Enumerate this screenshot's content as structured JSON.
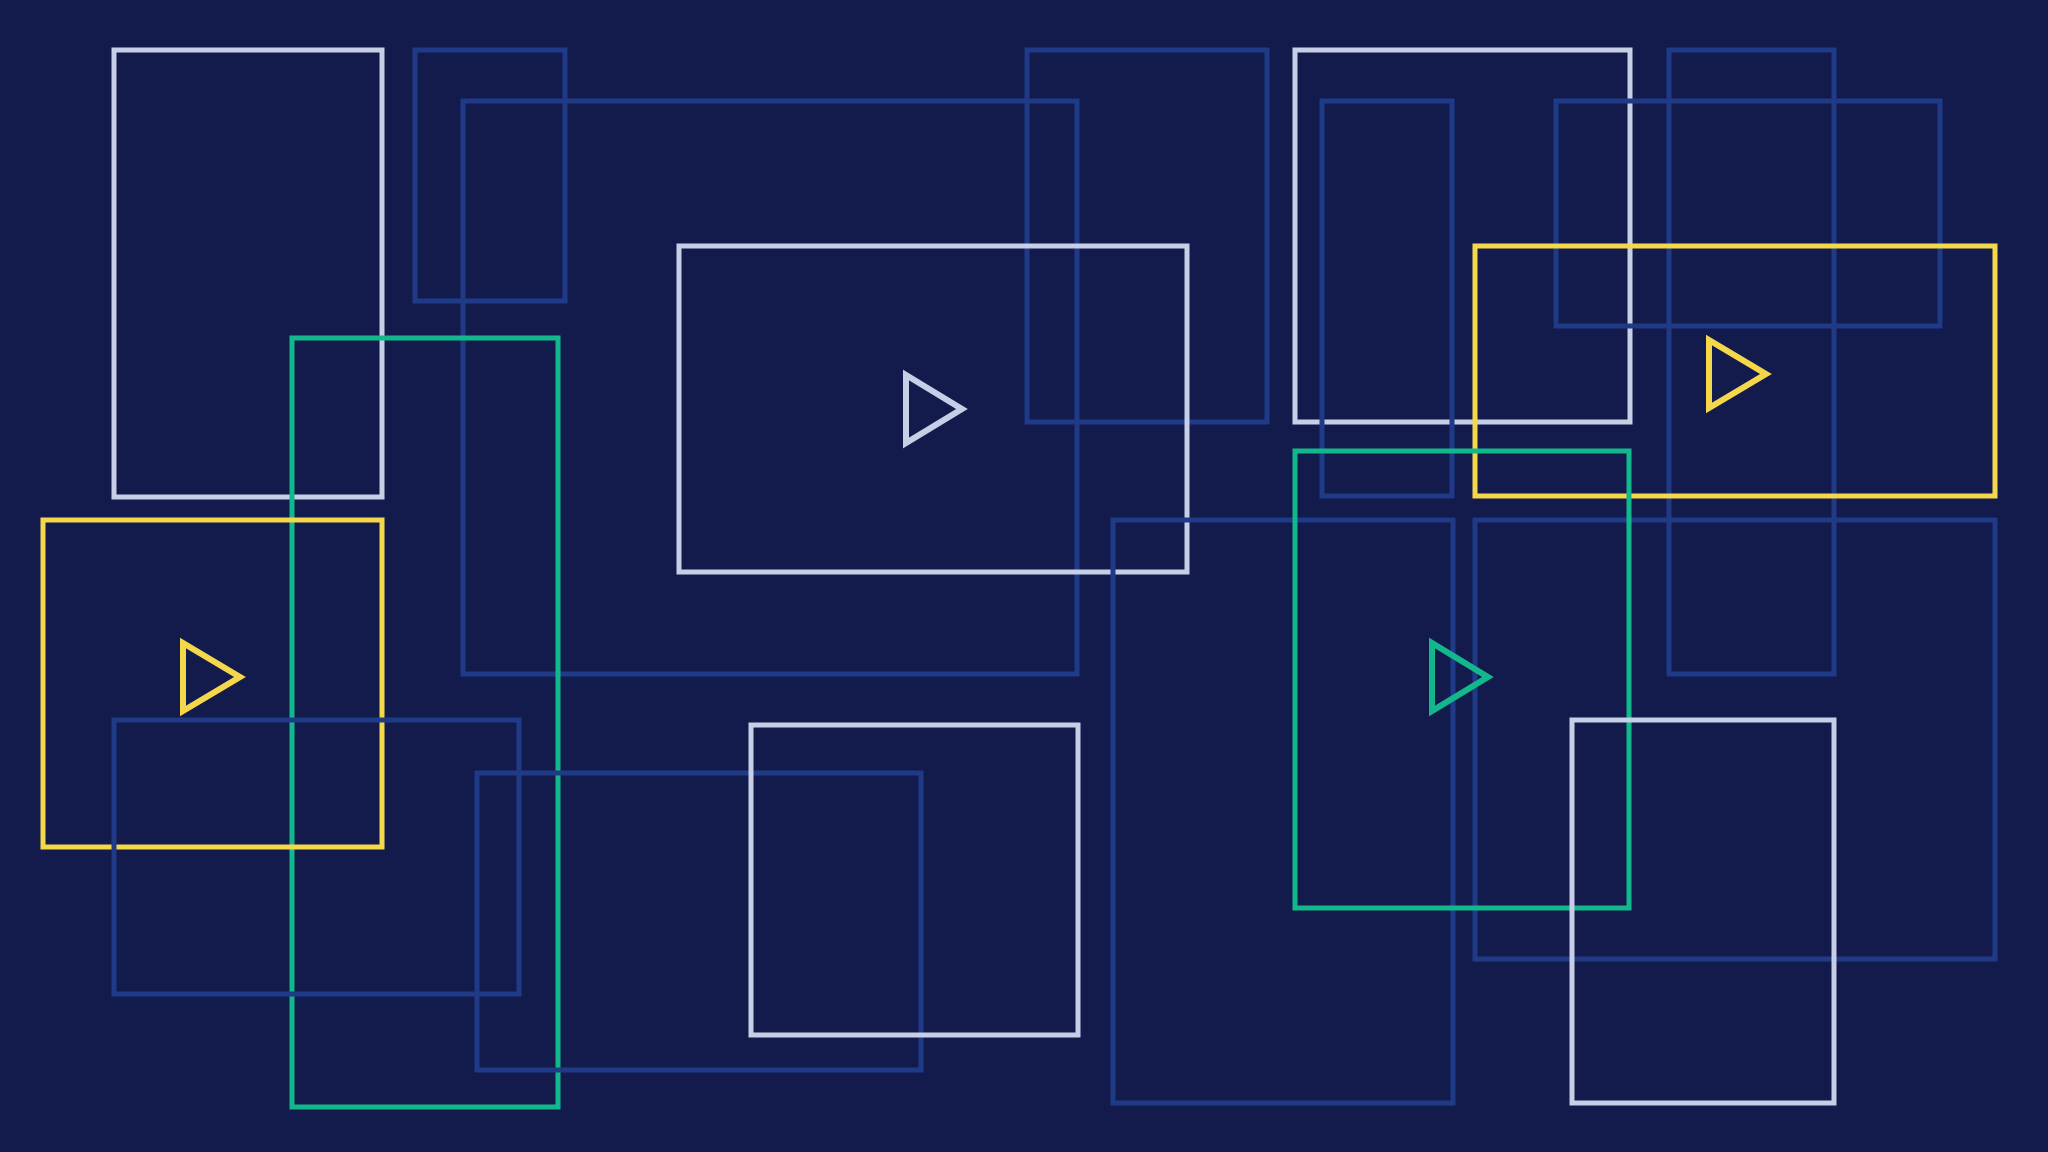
{
  "colors": {
    "background": "#131b4d",
    "navy": "#1f3a86",
    "white": "#c7cfe6",
    "green": "#12b88c",
    "yellow": "#f5d84a"
  },
  "frames": [
    {
      "name": "frame-white-top-left",
      "color": "white"
    },
    {
      "name": "frame-navy-top-left-small",
      "color": "navy"
    },
    {
      "name": "frame-navy-center-large",
      "color": "navy"
    },
    {
      "name": "frame-navy-top-center",
      "color": "navy"
    },
    {
      "name": "frame-white-top-right",
      "color": "white"
    },
    {
      "name": "frame-navy-top-right-narrow",
      "color": "navy"
    },
    {
      "name": "frame-navy-far-right-tall",
      "color": "navy"
    },
    {
      "name": "frame-navy-top-right-wide",
      "color": "navy"
    },
    {
      "name": "frame-yellow-right-play",
      "color": "yellow"
    },
    {
      "name": "frame-white-center-play",
      "color": "white"
    },
    {
      "name": "frame-green-left-tall",
      "color": "green"
    },
    {
      "name": "frame-yellow-left-play",
      "color": "yellow"
    },
    {
      "name": "frame-navy-bottom-left",
      "color": "navy"
    },
    {
      "name": "frame-navy-bottom-center",
      "color": "navy"
    },
    {
      "name": "frame-white-bottom-center",
      "color": "white"
    },
    {
      "name": "frame-navy-bottom-right-tall",
      "color": "navy"
    },
    {
      "name": "frame-navy-right-large",
      "color": "navy"
    },
    {
      "name": "frame-green-right-play",
      "color": "green"
    },
    {
      "name": "frame-white-bottom-right",
      "color": "white"
    }
  ],
  "play_icons": [
    {
      "name": "play-icon-center",
      "color": "white"
    },
    {
      "name": "play-icon-left",
      "color": "yellow"
    },
    {
      "name": "play-icon-right-green",
      "color": "green"
    },
    {
      "name": "play-icon-top-right",
      "color": "yellow"
    }
  ]
}
